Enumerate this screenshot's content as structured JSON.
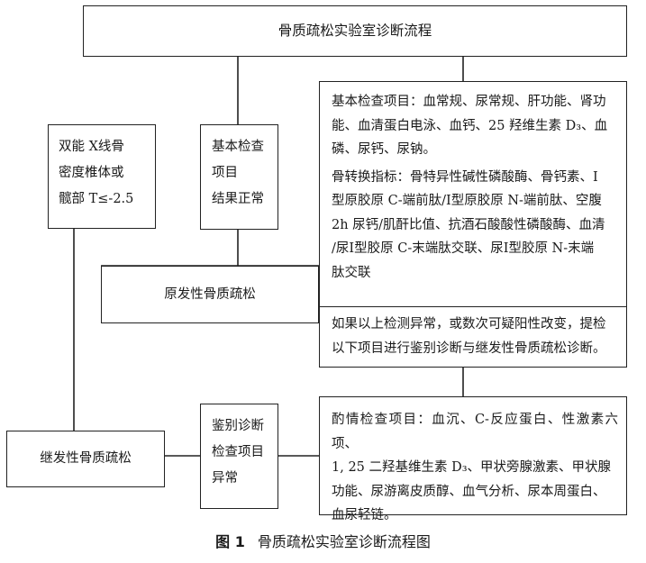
{
  "title": "骨质疏松实验室诊断流程",
  "dxa_box": [
    "双能 X线骨",
    "密度椎体或",
    "髋部 T≤-2.5"
  ],
  "basic_normal_box": [
    "基本检查",
    "项目",
    "结果正常"
  ],
  "primary_box": "原发性骨质疏松",
  "basic_exam_box": {
    "lines": [
      "基本检查项目：血常规、尿常规、肝功能、肾功",
      "能、血清蛋白电泳、血钙、25 羟维生素 D₃、血",
      "磷、尿钙、尿钠。"
    ],
    "bone_turnover_lines": [
      "骨转换指标：骨特异性碱性磷酸酶、骨钙素、Ⅰ",
      "型原胶原 C-端前肽/Ⅰ型原胶原 N-端前肽、空腹",
      "2h 尿钙/肌酐比值、抗酒石酸酸性磷酸酶、血清",
      "/尿Ⅰ型胶原 C-末端肽交联、尿Ⅰ型胶原 N-末端",
      "肽交联"
    ]
  },
  "abnormal_box": [
    "如果以上检测异常，或数次可疑阳性改变，提检",
    "以下项目进行鉴别诊断与继发性骨质疏松诊断。"
  ],
  "differential_abnormal_box": [
    "鉴别诊断",
    "检查项目",
    "异常"
  ],
  "secondary_box": "继发性骨质疏松",
  "optional_exam_box": [
    "酌情检查项目：血沉、C-反应蛋白、性激素六项、",
    "1, 25 二羟基维生素 D₃、甲状旁腺激素、甲状腺",
    "功能、尿游离皮质醇、血气分析、尿本周蛋白、",
    "血尿轻链。"
  ],
  "caption": {
    "label": "图 1",
    "text": "骨质疏松实验室诊断流程图"
  }
}
